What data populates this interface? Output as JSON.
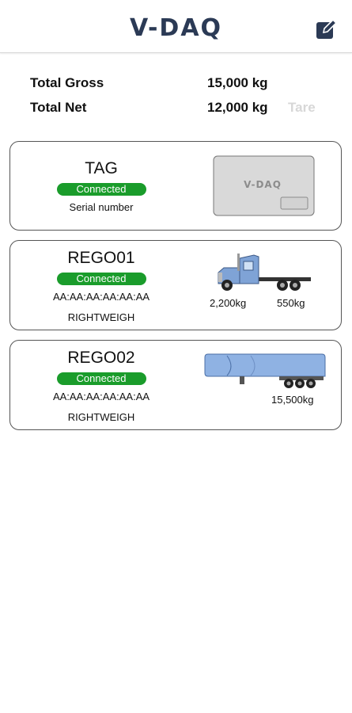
{
  "header": {
    "logo": "V-DAQ"
  },
  "totals": {
    "gross_label": "Total Gross",
    "gross_value": "15,000 kg",
    "net_label": "Total Net",
    "net_value": "12,000 kg",
    "tare_label": "Tare"
  },
  "devices": [
    {
      "name": "TAG",
      "status": "Connected",
      "line1": "Serial number",
      "device_logo": "V-DAQ"
    },
    {
      "name": "REGO01",
      "status": "Connected",
      "line1": "AA:AA:AA:AA:AA:AA",
      "line2": "RIGHTWEIGH",
      "weight_front": "2,200kg",
      "weight_rear": "550kg"
    },
    {
      "name": "REGO02",
      "status": "Connected",
      "line1": "AA:AA:AA:AA:AA:AA",
      "line2": "RIGHTWEIGH",
      "weight": "15,500kg"
    }
  ],
  "colors": {
    "brand": "#2b3a55",
    "status_green": "#1a9c2b",
    "truck_blue": "#7fa3d6"
  },
  "icons": {
    "edit": "edit-square-icon"
  }
}
